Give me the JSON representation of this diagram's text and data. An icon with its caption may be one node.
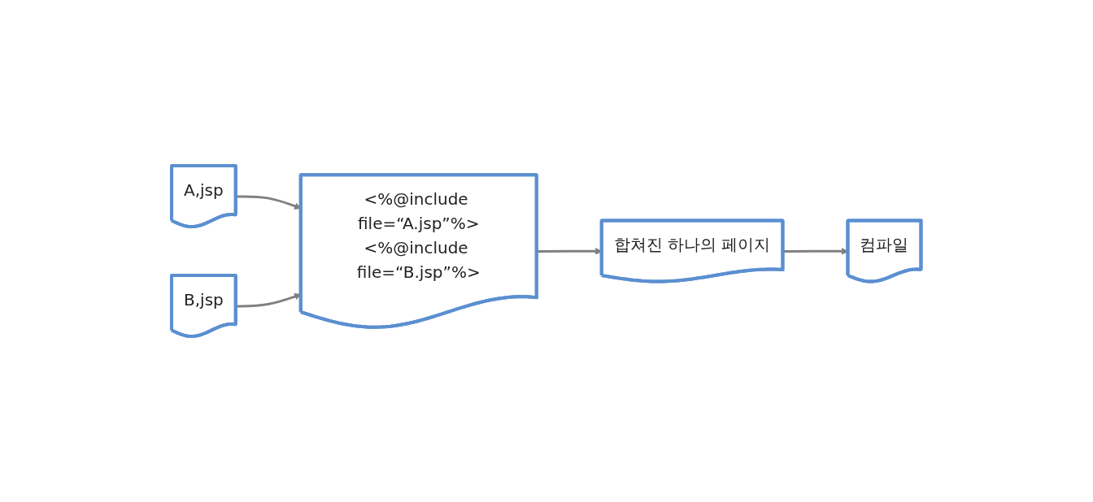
{
  "diagram": {
    "nodes": [
      {
        "text": [
          "A,jsp"
        ]
      },
      {
        "text": [
          "B,jsp"
        ]
      },
      {
        "text": [
          "<%@include file=“A.jsp”%>",
          "<%@include file=“B.jsp”%>"
        ]
      },
      {
        "text": [
          "합쳐진 하나의 페이지"
        ]
      },
      {
        "text": [
          "컴파일"
        ]
      }
    ],
    "edges": [
      {
        "from": 0,
        "to": 2,
        "arrow": "to"
      },
      {
        "from": 1,
        "to": 2,
        "arrow": "to"
      },
      {
        "from": 2,
        "to": 3,
        "arrow": "to"
      },
      {
        "from": 3,
        "to": 4,
        "arrow": "to"
      }
    ]
  }
}
